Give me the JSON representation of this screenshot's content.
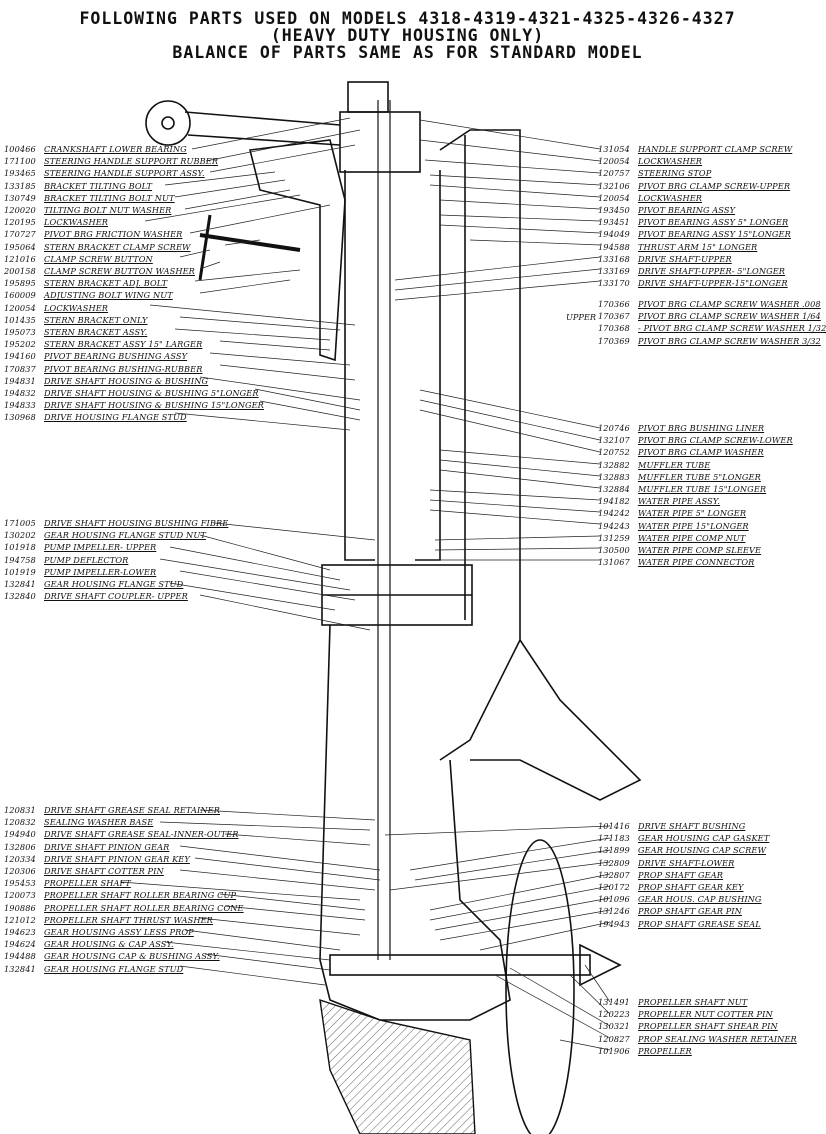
{
  "title": {
    "line1": "FOLLOWING PARTS USED ON MODELS 4318-4319-4321-4325-4326-4327",
    "line2": "(HEAVY DUTY HOUSING ONLY)",
    "line3": "BALANCE OF PARTS SAME AS FOR STANDARD MODEL"
  },
  "upper_label": "UPPER",
  "left_top": [
    {
      "num": "100466",
      "desc": "CRANKSHAFT LOWER BEARING"
    },
    {
      "num": "171100",
      "desc": "STEERING HANDLE SUPPORT RUBBER"
    },
    {
      "num": "193465",
      "desc": "STEERING HANDLE SUPPORT ASSY."
    },
    {
      "num": "133185",
      "desc": "BRACKET TILTING BOLT"
    },
    {
      "num": "130749",
      "desc": "BRACKET TILTING BOLT NUT"
    },
    {
      "num": "120020",
      "desc": "TILTING BOLT NUT WASHER"
    },
    {
      "num": "120195",
      "desc": "LOCKWASHER"
    },
    {
      "num": "170727",
      "desc": "PIVOT BRG FRICTION WASHER"
    },
    {
      "num": "195064",
      "desc": "STERN BRACKET CLAMP SCREW"
    },
    {
      "num": "121016",
      "desc": "CLAMP SCREW BUTTON"
    },
    {
      "num": "200158",
      "desc": "CLAMP SCREW BUTTON WASHER"
    },
    {
      "num": "195895",
      "desc": "STERN BRACKET ADJ. BOLT"
    },
    {
      "num": "160009",
      "desc": "ADJUSTING BOLT WING NUT"
    },
    {
      "num": "120054",
      "desc": "LOCKWASHER"
    },
    {
      "num": "101435",
      "desc": "STERN BRACKET ONLY"
    },
    {
      "num": "195073",
      "desc": "STERN BRACKET ASSY."
    },
    {
      "num": "195202",
      "desc": "STERN BRACKET ASSY 15\" LARGER"
    },
    {
      "num": "194160",
      "desc": "PIVOT BEARING BUSHING ASSY"
    },
    {
      "num": "170837",
      "desc": "PIVOT BEARING BUSHING-RUBBER"
    },
    {
      "num": "194831",
      "desc": "DRIVE SHAFT HOUSING & BUSHING"
    },
    {
      "num": "194832",
      "desc": "DRIVE SHAFT HOUSING & BUSHING 5\"LONGER"
    },
    {
      "num": "194833",
      "desc": "DRIVE SHAFT HOUSING & BUSHING 15\"LONGER"
    },
    {
      "num": "130968",
      "desc": "DRIVE HOUSING FLANGE STUD"
    }
  ],
  "left_mid": [
    {
      "num": "171005",
      "desc": "DRIVE SHAFT HOUSING BUSHING FIBRE"
    },
    {
      "num": "130202",
      "desc": "GEAR HOUSING FLANGE STUD NUT"
    },
    {
      "num": "101918",
      "desc": "PUMP IMPELLER- UPPER"
    },
    {
      "num": "194758",
      "desc": "PUMP DEFLECTOR"
    },
    {
      "num": "101919",
      "desc": "PUMP IMPELLER-LOWER"
    },
    {
      "num": "132841",
      "desc": "GEAR HOUSING FLANGE STUD"
    },
    {
      "num": "132840",
      "desc": "DRIVE SHAFT COUPLER- UPPER"
    }
  ],
  "left_bottom": [
    {
      "num": "120831",
      "desc": "DRIVE SHAFT GREASE SEAL RETAINER"
    },
    {
      "num": "120832",
      "desc": "SEALING WASHER BASE"
    },
    {
      "num": "194940",
      "desc": "DRIVE SHAFT GREASE SEAL-INNER-OUTER"
    },
    {
      "num": "132806",
      "desc": "DRIVE SHAFT PINION GEAR"
    },
    {
      "num": "120334",
      "desc": "DRIVE SHAFT PINION GEAR KEY"
    },
    {
      "num": "120306",
      "desc": "DRIVE SHAFT COTTER PIN"
    },
    {
      "num": "195453",
      "desc": "PROPELLER SHAFT"
    },
    {
      "num": "120073",
      "desc": "PROPELLER SHAFT ROLLER BEARING CUP"
    },
    {
      "num": "190886",
      "desc": "PROPELLER SHAFT ROLLER BEARING CONE"
    },
    {
      "num": "121012",
      "desc": "PROPELLER SHAFT THRUST WASHER"
    },
    {
      "num": "194623",
      "desc": "GEAR HOUSING ASSY LESS PROP"
    },
    {
      "num": "194624",
      "desc": "GEAR HOUSING & CAP ASSY."
    },
    {
      "num": "194488",
      "desc": "GEAR HOUSING CAP & BUSHING ASSY."
    },
    {
      "num": "132841",
      "desc": "GEAR HOUSING FLANGE STUD"
    }
  ],
  "right_top": [
    {
      "num": "131054",
      "desc": "HANDLE SUPPORT CLAMP SCREW"
    },
    {
      "num": "120054",
      "desc": "LOCKWASHER"
    },
    {
      "num": "120757",
      "desc": "STEERING STOP"
    },
    {
      "num": "132106",
      "desc": "PIVOT BRG CLAMP SCREW-UPPER"
    },
    {
      "num": "120054",
      "desc": "LOCKWASHER"
    },
    {
      "num": "193450",
      "desc": "PIVOT BEARING ASSY"
    },
    {
      "num": "193451",
      "desc": "PIVOT BEARING ASSY 5\" LONGER"
    },
    {
      "num": "194049",
      "desc": "PIVOT BEARING ASSY 15\"LONGER"
    },
    {
      "num": "194588",
      "desc": "THRUST ARM 15\" LONGER"
    },
    {
      "num": "133168",
      "desc": "DRIVE SHAFT-UPPER"
    },
    {
      "num": "133169",
      "desc": "DRIVE SHAFT-UPPER- 5\"LONGER"
    },
    {
      "num": "133170",
      "desc": "DRIVE SHAFT-UPPER-15\"LONGER"
    }
  ],
  "right_upper": [
    {
      "num": "170366",
      "desc": "PIVOT BRG CLAMP SCREW WASHER .008"
    },
    {
      "num": "170367",
      "desc": "PIVOT BRG CLAMP SCREW WASHER 1/64"
    },
    {
      "num": "170368",
      "desc": "- PIVOT BRG CLAMP SCREW WASHER 1/32"
    },
    {
      "num": "170369",
      "desc": "PIVOT BRG CLAMP SCREW WASHER 3/32"
    }
  ],
  "right_mid": [
    {
      "num": "120746",
      "desc": "PIVOT BRG BUSHING LINER"
    },
    {
      "num": "132107",
      "desc": "PIVOT BRG CLAMP SCREW-LOWER"
    },
    {
      "num": "120752",
      "desc": "PIVOT BRG CLAMP WASHER"
    },
    {
      "num": "132882",
      "desc": "MUFFLER TUBE"
    },
    {
      "num": "132883",
      "desc": "MUFFLER TUBE 5\"LONGER"
    },
    {
      "num": "132884",
      "desc": "MUFFLER TUBE 15\"LONGER"
    },
    {
      "num": "194182",
      "desc": "WATER PIPE ASSY."
    },
    {
      "num": "194242",
      "desc": "WATER PIPE 5\" LONGER"
    },
    {
      "num": "194243",
      "desc": "WATER PIPE 15\"LONGER"
    },
    {
      "num": "131259",
      "desc": "WATER PIPE COMP NUT"
    },
    {
      "num": "130500",
      "desc": "WATER PIPE COMP SLEEVE"
    },
    {
      "num": "131067",
      "desc": "WATER PIPE CONNECTOR"
    }
  ],
  "right_bottom": [
    {
      "num": "101416",
      "desc": "DRIVE SHAFT BUSHING"
    },
    {
      "num": "171183",
      "desc": "GEAR HOUSING CAP GASKET"
    },
    {
      "num": "131899",
      "desc": "GEAR HOUSING CAP SCREW"
    },
    {
      "num": "132809",
      "desc": "DRIVE SHAFT-LOWER"
    },
    {
      "num": "132807",
      "desc": "PROP SHAFT GEAR"
    },
    {
      "num": "120172",
      "desc": "PROP SHAFT GEAR KEY"
    },
    {
      "num": "101096",
      "desc": "GEAR HOUS. CAP BUSHING"
    },
    {
      "num": "131246",
      "desc": "PROP SHAFT GEAR PIN"
    },
    {
      "num": "194943",
      "desc": "PROP SHAFT GREASE SEAL"
    }
  ],
  "right_prop": [
    {
      "num": "131491",
      "desc": "PROPELLER SHAFT NUT"
    },
    {
      "num": "120223",
      "desc": "PROPELLER NUT COTTER PIN"
    },
    {
      "num": "130321",
      "desc": "PROPELLER SHAFT SHEAR PIN"
    },
    {
      "num": "120827",
      "desc": "PROP SEALING WASHER RETAINER"
    },
    {
      "num": "101906",
      "desc": "PROPELLER"
    }
  ]
}
